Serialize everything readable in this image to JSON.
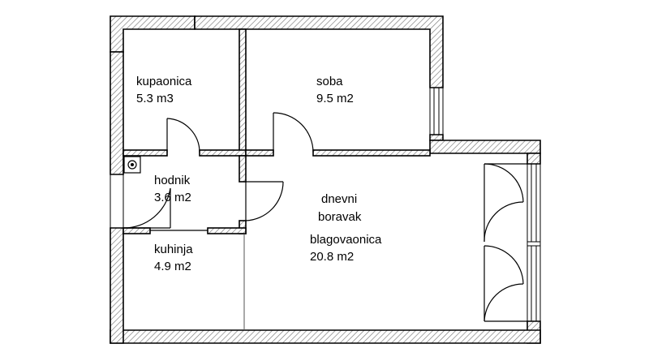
{
  "plan": {
    "rooms": [
      {
        "id": "kupaonica",
        "name": "kupaonica",
        "area": "5.3 m3"
      },
      {
        "id": "soba",
        "name": "soba",
        "area": "9.5 m2"
      },
      {
        "id": "hodnik",
        "name": "hodnik",
        "area": "3.6 m2"
      },
      {
        "id": "kuhinja",
        "name": "kuhinja",
        "area": "4.9 m2"
      },
      {
        "id": "dnevni",
        "name_lines": [
          "dnevni",
          "boravak",
          "blagovaonica"
        ],
        "area": "20.8 m2"
      }
    ],
    "colors": {
      "wall_outline": "#000000",
      "hatch": "#777777",
      "background": "#ffffff"
    }
  }
}
